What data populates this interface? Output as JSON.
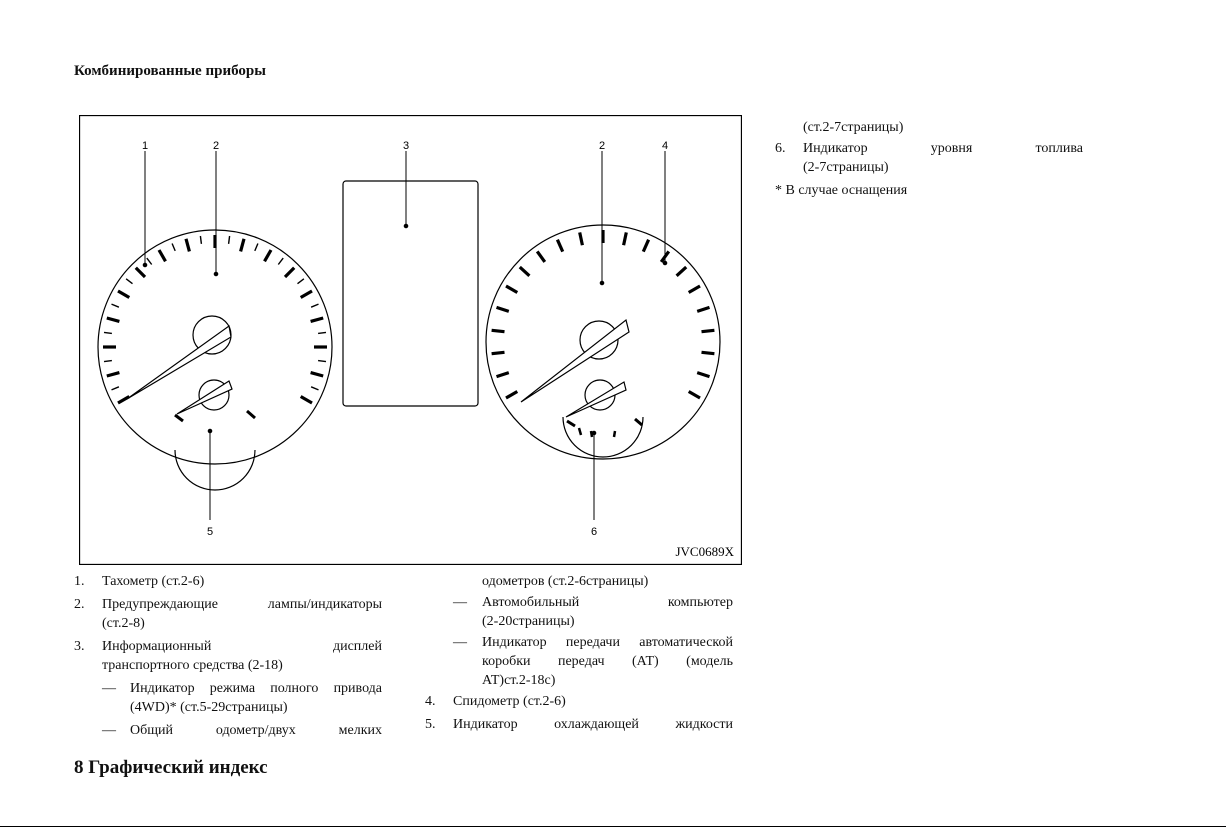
{
  "heading": "Комбинированные приборы",
  "footer": "8 Графический индекс",
  "figure": {
    "code": "JVC0689X",
    "callouts": [
      "1",
      "2",
      "3",
      "2",
      "4",
      "5",
      "6"
    ]
  },
  "list_col1": {
    "items": [
      {
        "num": "1.",
        "lines": [
          "Тахометр (ст.2-6)"
        ]
      },
      {
        "num": "2.",
        "lines": [
          "Предупреждающие лампы/индикаторы",
          "(ст.2-8)"
        ]
      },
      {
        "num": "3.",
        "lines": [
          "Информационный дисплей",
          "транспортного средства (2-18)"
        ]
      }
    ],
    "sub": [
      {
        "dash": "—",
        "lines": [
          "Индикатор режима полного привода",
          "(4WD)* (ст.5-29страницы)"
        ]
      },
      {
        "dash": "—",
        "lines": [
          "Общий одометр/двух мелких"
        ]
      }
    ]
  },
  "list_col2": {
    "cont": "одометров (ст.2-6страницы)",
    "sub": [
      {
        "dash": "—",
        "lines": [
          "Автомобильный компьютер",
          "(2-20страницы)"
        ]
      },
      {
        "dash": "—",
        "lines": [
          "Индикатор передачи автоматической",
          "коробки передач (АТ) (модель",
          "АТ)ст.2-18с)"
        ]
      }
    ],
    "items": [
      {
        "num": "4.",
        "lines": [
          "Спидометр (ст.2-6)"
        ]
      },
      {
        "num": "5.",
        "lines": [
          "Индикатор охлаждающей жидкости"
        ]
      }
    ]
  },
  "list_col3": {
    "cont": "(ст.2-7страницы)",
    "items": [
      {
        "num": "6.",
        "lines": [
          "Индикатор уровня топлива",
          "(2-7страницы)"
        ]
      }
    ],
    "note": "* В случае оснащения"
  }
}
